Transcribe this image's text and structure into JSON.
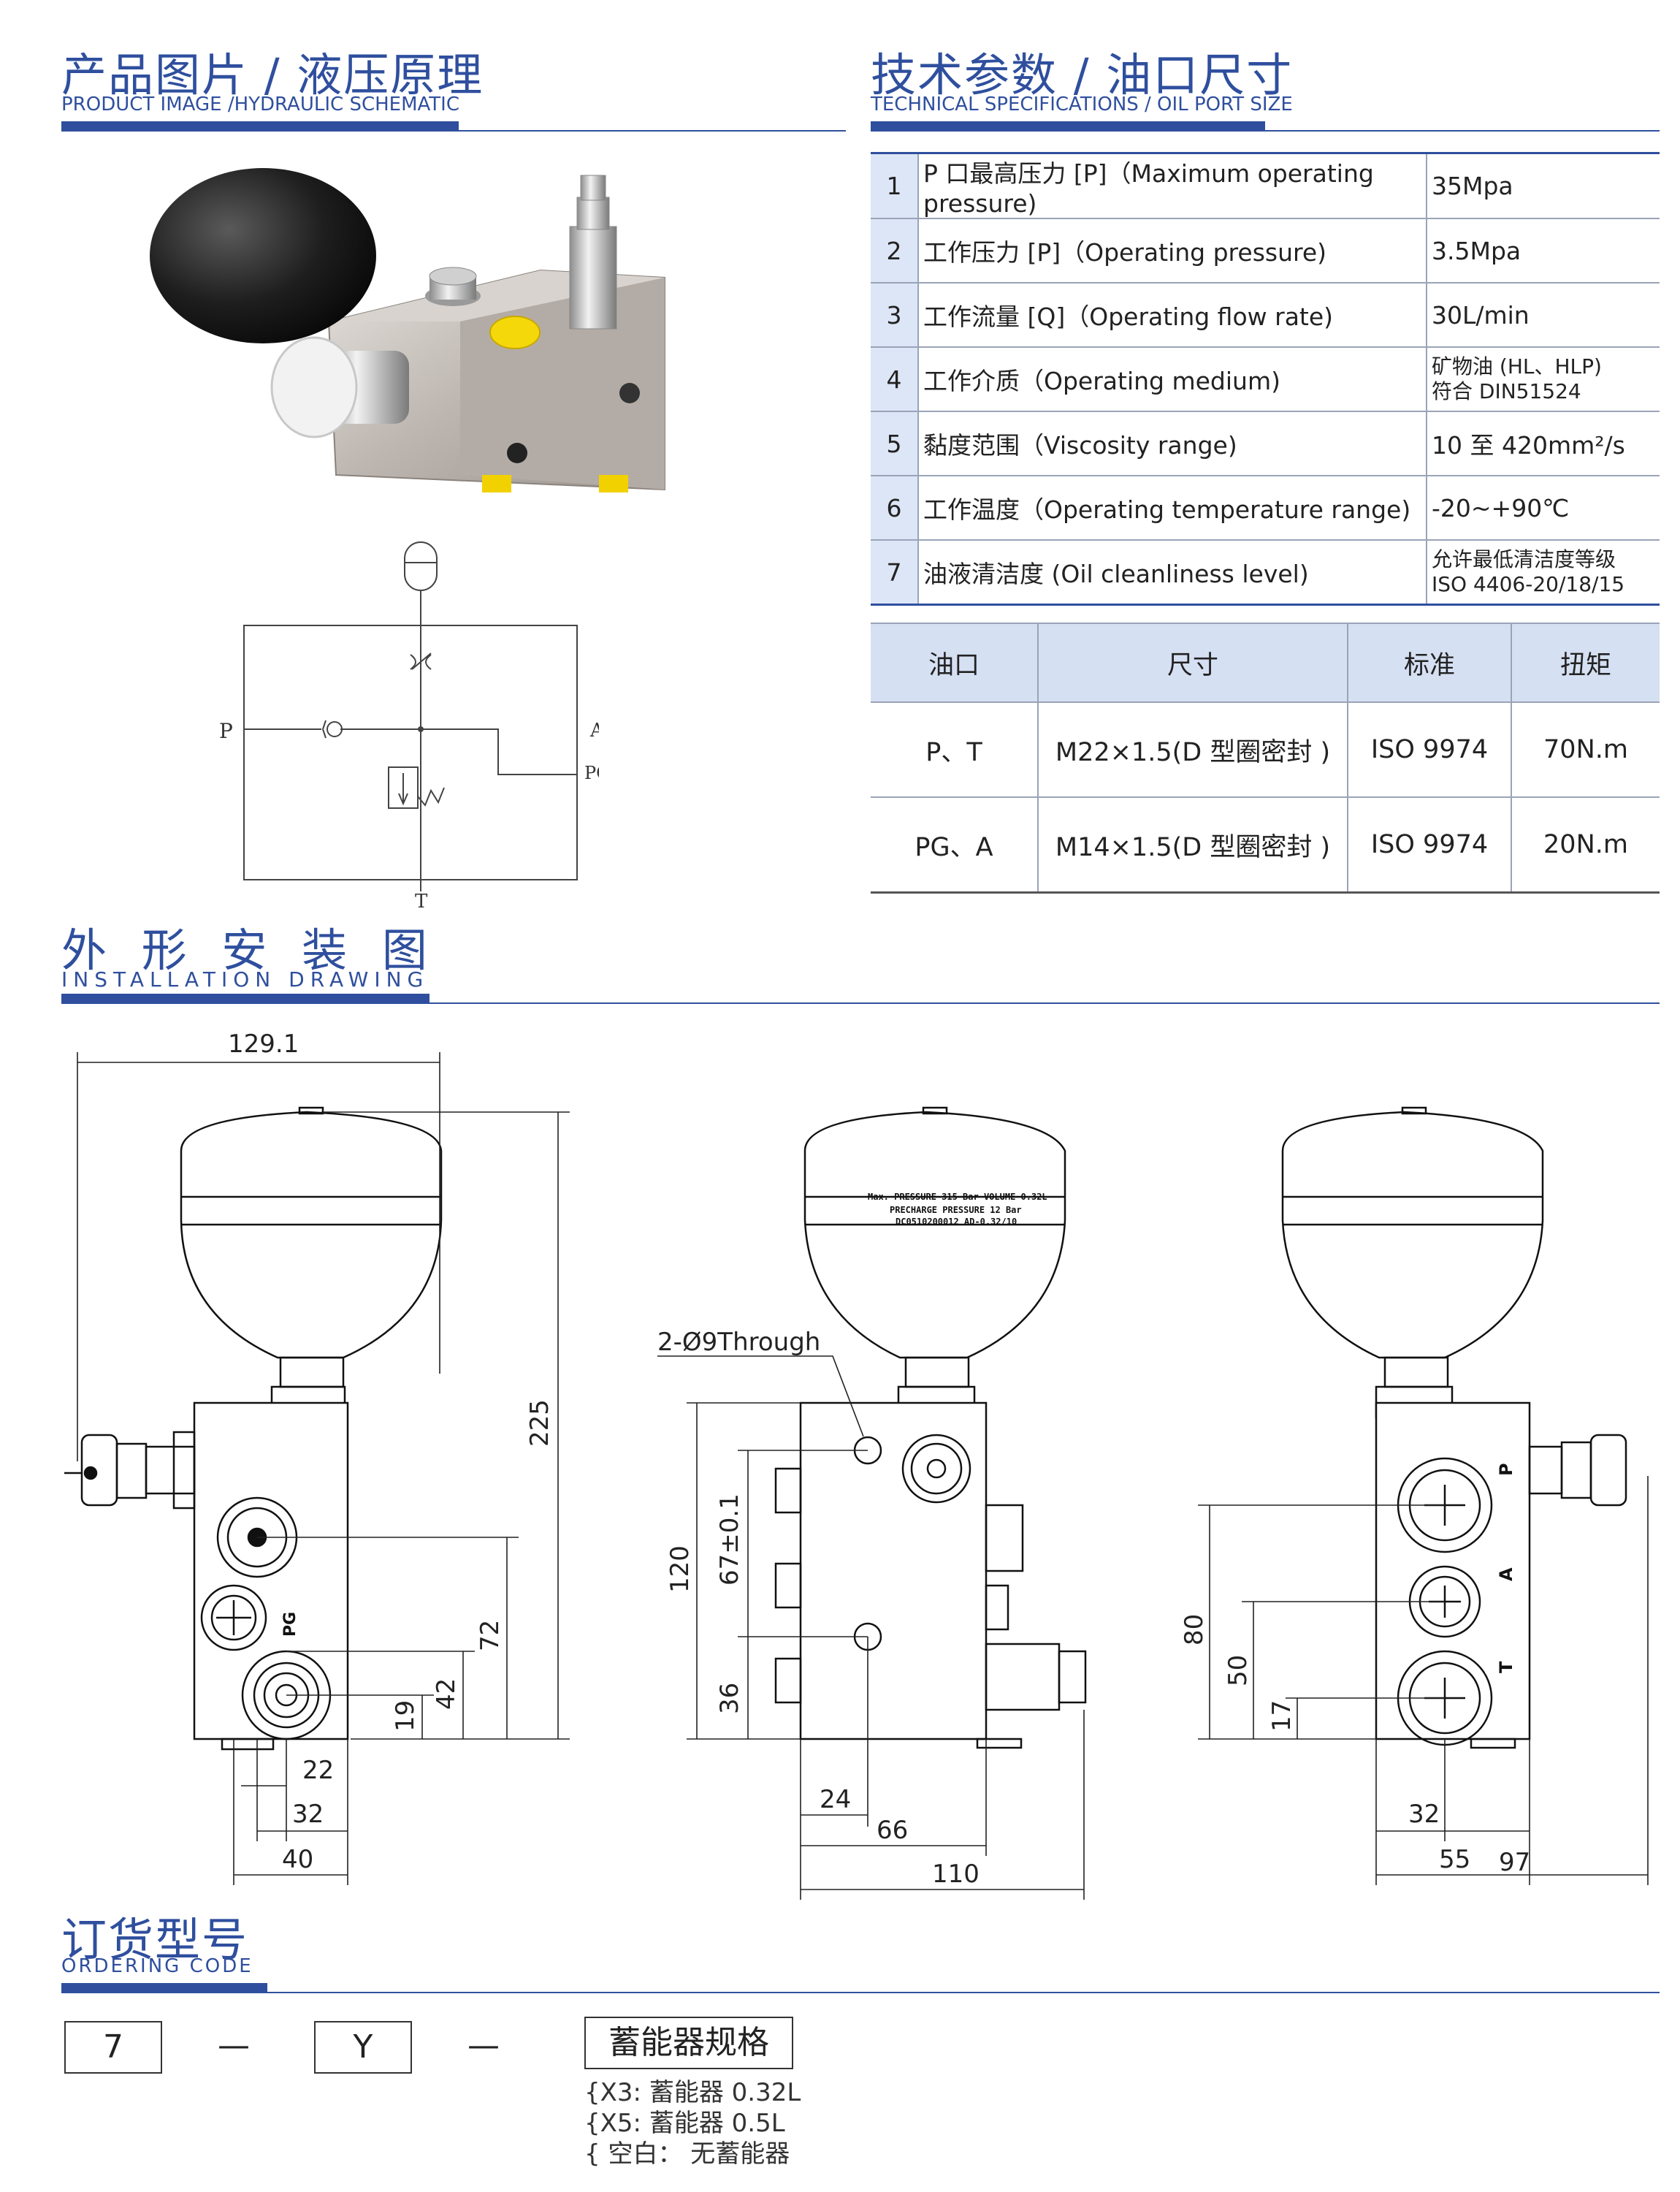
{
  "sections": {
    "product": {
      "cn": "产品图片 / 液压原理",
      "en": "PRODUCT IMAGE /HYDRAULIC SCHEMATIC"
    },
    "specs": {
      "cn": "技术参数 / 油口尺寸",
      "en": "TECHNICAL SPECIFICATIONS / OIL PORT SIZE"
    },
    "install": {
      "cn": "外 形 安 装 图",
      "en": "INSTALLATION DRAWING"
    },
    "ordering": {
      "cn": "订货型号",
      "en": "ORDERING CODE"
    }
  },
  "spec_rows": [
    {
      "no": "1",
      "label": "P 口最高压力 [P]（Maximum operating pressure)",
      "value": "35Mpa"
    },
    {
      "no": "2",
      "label": "工作压力 [P]（Operating pressure)",
      "value": "3.5Mpa"
    },
    {
      "no": "3",
      "label": "工作流量 [Q]（Operating flow rate)",
      "value": "30L/min"
    },
    {
      "no": "4",
      "label": "工作介质（Operating medium)",
      "value_l1": "矿物油 (HL、HLP)",
      "value_l2": "符合 DIN51524"
    },
    {
      "no": "5",
      "label": "黏度范围（Viscosity range)",
      "value": "10 至 420mm²/s"
    },
    {
      "no": "6",
      "label": "工作温度（Operating temperature range)",
      "value": "-20~+90℃"
    },
    {
      "no": "7",
      "label": "油液清洁度 (Oil cleanliness level)",
      "value_l1": "允许最低清洁度等级",
      "value_l2": "ISO 4406-20/18/15"
    }
  ],
  "port_table": {
    "headers": [
      "油口",
      "尺寸",
      "标准",
      "扭矩"
    ],
    "rows": [
      [
        "P、T",
        "M22×1.5(D 型圈密封 )",
        "ISO 9974",
        "70N.m"
      ],
      [
        "PG、A",
        "M14×1.5(D 型圈密封 )",
        "ISO 9974",
        "20N.m"
      ]
    ]
  },
  "schematic_labels": {
    "p": "P",
    "a": "A",
    "pg": "PG",
    "t": "T"
  },
  "drawing": {
    "width_top": "129.1",
    "height_total": "225",
    "left": {
      "h72": "72",
      "h42": "42",
      "h19": "19",
      "w22": "22",
      "w32": "32",
      "w40": "40",
      "pg": "PG"
    },
    "middle": {
      "hole_note": "2-Ø9Through",
      "h120": "120",
      "h67": "67±0.1",
      "h36": "36",
      "w24": "24",
      "w66": "66",
      "w110": "110",
      "accum_text_1": "Max. PRESSURE 315 Bar VOLUME 0.32L",
      "accum_text_2": "PRECHARGE PRESSURE 12 Bar",
      "accum_text_3": "DC0510200012  AD-0.32/10"
    },
    "right": {
      "h80": "80",
      "h50": "50",
      "h17": "17",
      "w32": "32",
      "w55": "55",
      "w97": "97",
      "p": "P",
      "a": "A",
      "t": "T"
    }
  },
  "ordering": {
    "box1": "7",
    "dash1": "—",
    "box2": "Y",
    "dash2": "—",
    "spec_label": "蓄能器规格",
    "options": [
      "{X3:  蓄能器 0.32L",
      "{X5:  蓄能器 0.5L",
      "{ 空白：  无蓄能器"
    ]
  }
}
